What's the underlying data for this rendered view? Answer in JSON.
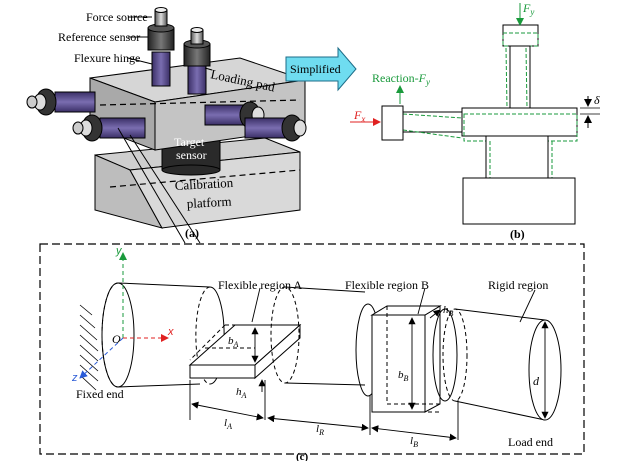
{
  "panel_a": {
    "force_source": "Force source",
    "reference_sensor": "Reference sensor",
    "flexure_hinge": "Flexure hinge",
    "loading_pad": "Loading pad",
    "target_sensor_1": "Target",
    "target_sensor_2": "sensor",
    "calibration_platform_1": "Calibration",
    "calibration_platform_2": "platform",
    "caption": "(a)"
  },
  "arrow_label": "Simplified",
  "panel_b": {
    "force_y": "F",
    "force_y_sub": "y",
    "reaction": "Reaction-",
    "reaction_f": "F",
    "reaction_sub": "y",
    "force_x": "F",
    "force_x_sub": "x",
    "delta": "δ",
    "caption": "(b)"
  },
  "panel_c": {
    "axis_y": "y",
    "axis_x": "x",
    "axis_z": "z",
    "origin": "O",
    "fixed_end": "Fixed end",
    "flex_a": "Flexible region A",
    "flex_b": "Flexible region B",
    "rigid": "Rigid region",
    "load_end": "Load end",
    "b_a": "b",
    "b_a_sub": "A",
    "h_a": "h",
    "h_a_sub": "A",
    "b_b": "b",
    "b_b_sub": "B",
    "h_b": "h",
    "h_b_sub": "B",
    "d": "d",
    "l_a": "l",
    "l_a_sub": "A",
    "l_r": "l",
    "l_r_sub": "R",
    "l_b": "l",
    "l_b_sub": "B",
    "caption": "(c)"
  },
  "colors": {
    "green": "#1a9a3c",
    "red": "#e02020",
    "blue": "#2a5bd7",
    "arrow_fill": "#6fdcf0",
    "hinge_purple": "#4a3d7a"
  }
}
